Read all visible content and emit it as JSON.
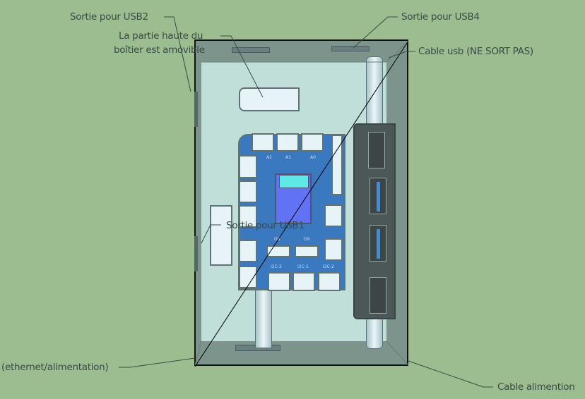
{
  "annotations": {
    "usb2": "Sortie pour USB2",
    "removable_line1": "La partie haute du",
    "removable_line2": "boîtier est amovible",
    "usb4": "Sortie pour USB4",
    "usb_cable": "Cable usb (NE SORT PAS)",
    "usb1": "Sortie pour USB1",
    "ethernet": "(ethernet/alimentation)",
    "power_cable": "Cable alimention"
  },
  "board_silkscreen": {
    "a2": "A2",
    "a1": "A1",
    "a0": "A0",
    "d8": "D8",
    "d9": "D9",
    "i2c3": "I2C-3",
    "i2c1": "I2C-1",
    "i2c2": "I2C-2"
  },
  "colors": {
    "background": "#9bbd8f",
    "floor": "#bfdfd8",
    "board": "#3a78c0",
    "chip": "#6272f5"
  }
}
